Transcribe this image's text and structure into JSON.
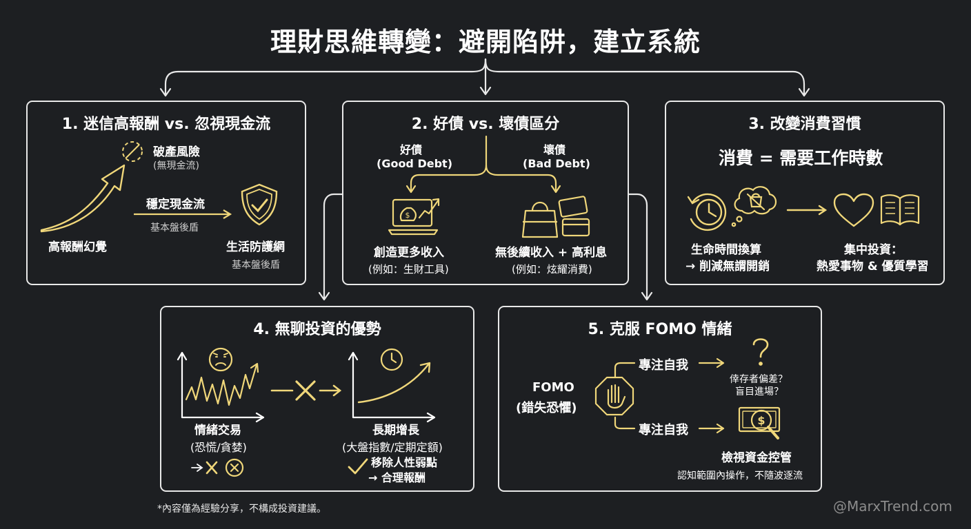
{
  "title": "理財思維轉變：避開陷阱，建立系統",
  "p1": {
    "title": "1. 迷信高報酬 vs. 忽視現金流",
    "risk": "破產風險",
    "risk_sub": "(無現金流)",
    "cashflow": "穩定現金流",
    "cashflow_sub": "基本盤後盾",
    "illusion": "高報酬幻覺",
    "safety": "生活防護網",
    "safety_sub": "基本盤後盾"
  },
  "p2": {
    "title": "2. 好債 vs. 壞債區分",
    "good": "好債",
    "good_en": "(Good Debt)",
    "bad": "壞債",
    "bad_en": "(Bad Debt)",
    "good_desc": "創造更多收入",
    "good_ex": "(例如：生財工具)",
    "bad_desc": "無後續收入 + 高利息",
    "bad_ex": "(例如：炫耀消費)"
  },
  "p3": {
    "title": "3. 改變消費習慣",
    "formula": "消費 = 需要工作時數",
    "left_1": "生命時間換算",
    "left_2": "→ 削減無謂開銷",
    "right_1": "集中投資：",
    "right_2": "熱愛事物 & 優質學習"
  },
  "p4": {
    "title": "4. 無聊投資的優勢",
    "emo_1": "情緒交易",
    "emo_2": "(恐慌/貪婪)",
    "long_1": "長期增長",
    "long_2": "(大盤指數/定期定額)",
    "remove_1": "移除人性弱點",
    "remove_2": "→ 合理報酬"
  },
  "p5": {
    "title": "5. 克服 FOMO 情緒",
    "fomo_1": "FOMO",
    "fomo_2": "(錯失恐懼)",
    "focus_top": "專注自我",
    "focus_bottom": "專注自我",
    "q_1": "倖存者偏差？",
    "q_2": "盲目進場？",
    "review": "檢視資金控管",
    "review_sub": "認知範圍內操作，不隨波逐流"
  },
  "footnote": "*內容僅為經驗分享，不構成投資建議。",
  "watermark": "@MarxTrend.com",
  "colors": {
    "accent": "#f0d77a",
    "line": "#e9e9e9",
    "background": "#1d1f22"
  }
}
